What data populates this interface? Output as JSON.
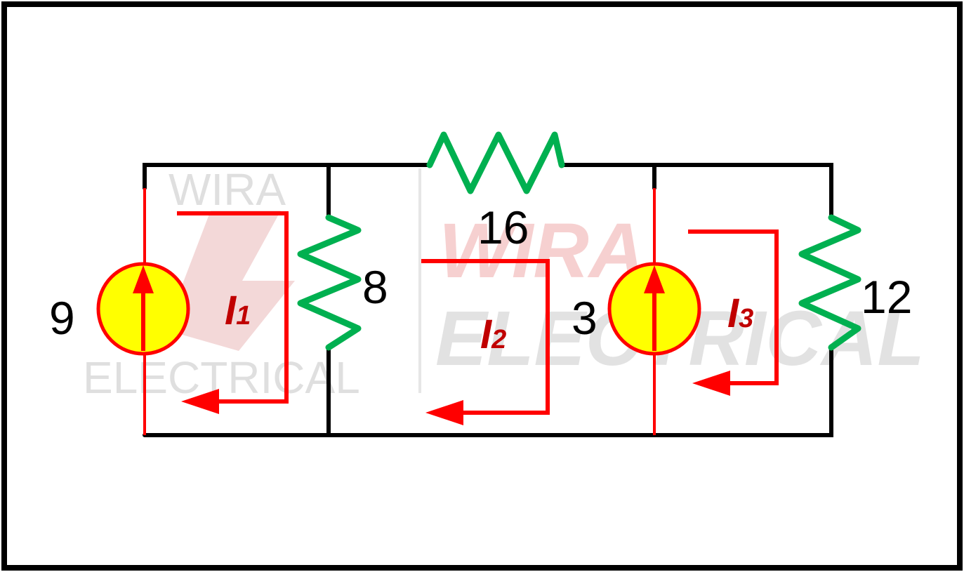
{
  "watermarks": {
    "left_top": "WIRA",
    "left_bottom": "ELECTRICAL",
    "right_top": "WIRA",
    "right_bottom": "ELECTRICAL"
  },
  "components": {
    "source_left_value": "9",
    "resistor_left_value": "8",
    "resistor_top_value": "16",
    "source_right_value": "3",
    "resistor_right_value": "12"
  },
  "loops": [
    {
      "symbol": "I",
      "subscript": "1"
    },
    {
      "symbol": "I",
      "subscript": "2"
    },
    {
      "symbol": "I",
      "subscript": "3"
    }
  ],
  "colors": {
    "wire": "#000000",
    "source_branch": "#ff0000",
    "resistor": "#00b050",
    "source_fill": "#ffff00",
    "loop_arrow": "#ff0000",
    "loop_label": "#c00000"
  },
  "icons": {
    "source_left": "current-source-icon",
    "source_right": "current-source-icon"
  }
}
